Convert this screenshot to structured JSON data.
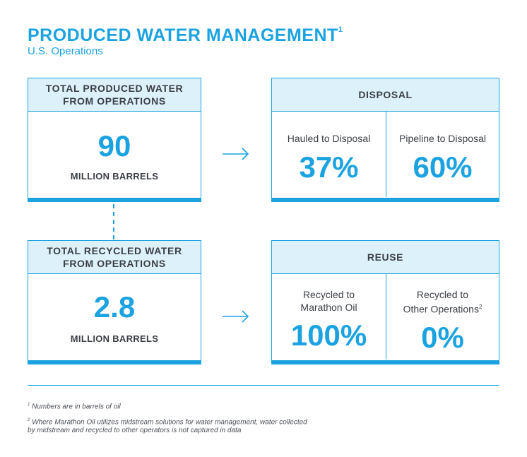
{
  "title": "PRODUCED WATER MANAGEMENT",
  "title_sup": "1",
  "subtitle": "U.S. Operations",
  "produced": {
    "header_line1": "TOTAL PRODUCED WATER",
    "header_line2": "FROM OPERATIONS",
    "value": "90",
    "unit": "MILLION BARRELS"
  },
  "disposal": {
    "header": "DISPOSAL",
    "left_label": "Hauled to Disposal",
    "left_value": "37%",
    "right_label": "Pipeline to Disposal",
    "right_value": "60%"
  },
  "recycled": {
    "header_line1": "TOTAL RECYCLED WATER",
    "header_line2": "FROM OPERATIONS",
    "value": "2.8",
    "unit": "MILLION BARRELS"
  },
  "reuse": {
    "header": "REUSE",
    "left_label_line1": "Recycled to",
    "left_label_line2": "Marathon Oil",
    "left_value": "100%",
    "right_label_line1": "Recycled to",
    "right_label_line2": "Other Operations",
    "right_label_sup": "2",
    "right_value": "0%"
  },
  "footnotes": {
    "fn1_sup": "1",
    "fn1": "Numbers are in barrels of oil",
    "fn2_sup": "2",
    "fn2_line1": "Where Marathon Oil utilizes midstream solutions for water management, water collected",
    "fn2_line2": "by midstream and recycled to other operators is not captured in data"
  },
  "colors": {
    "accent": "#1aa3e0",
    "header_bg": "#ddf1fb",
    "text": "#3b3f45"
  }
}
